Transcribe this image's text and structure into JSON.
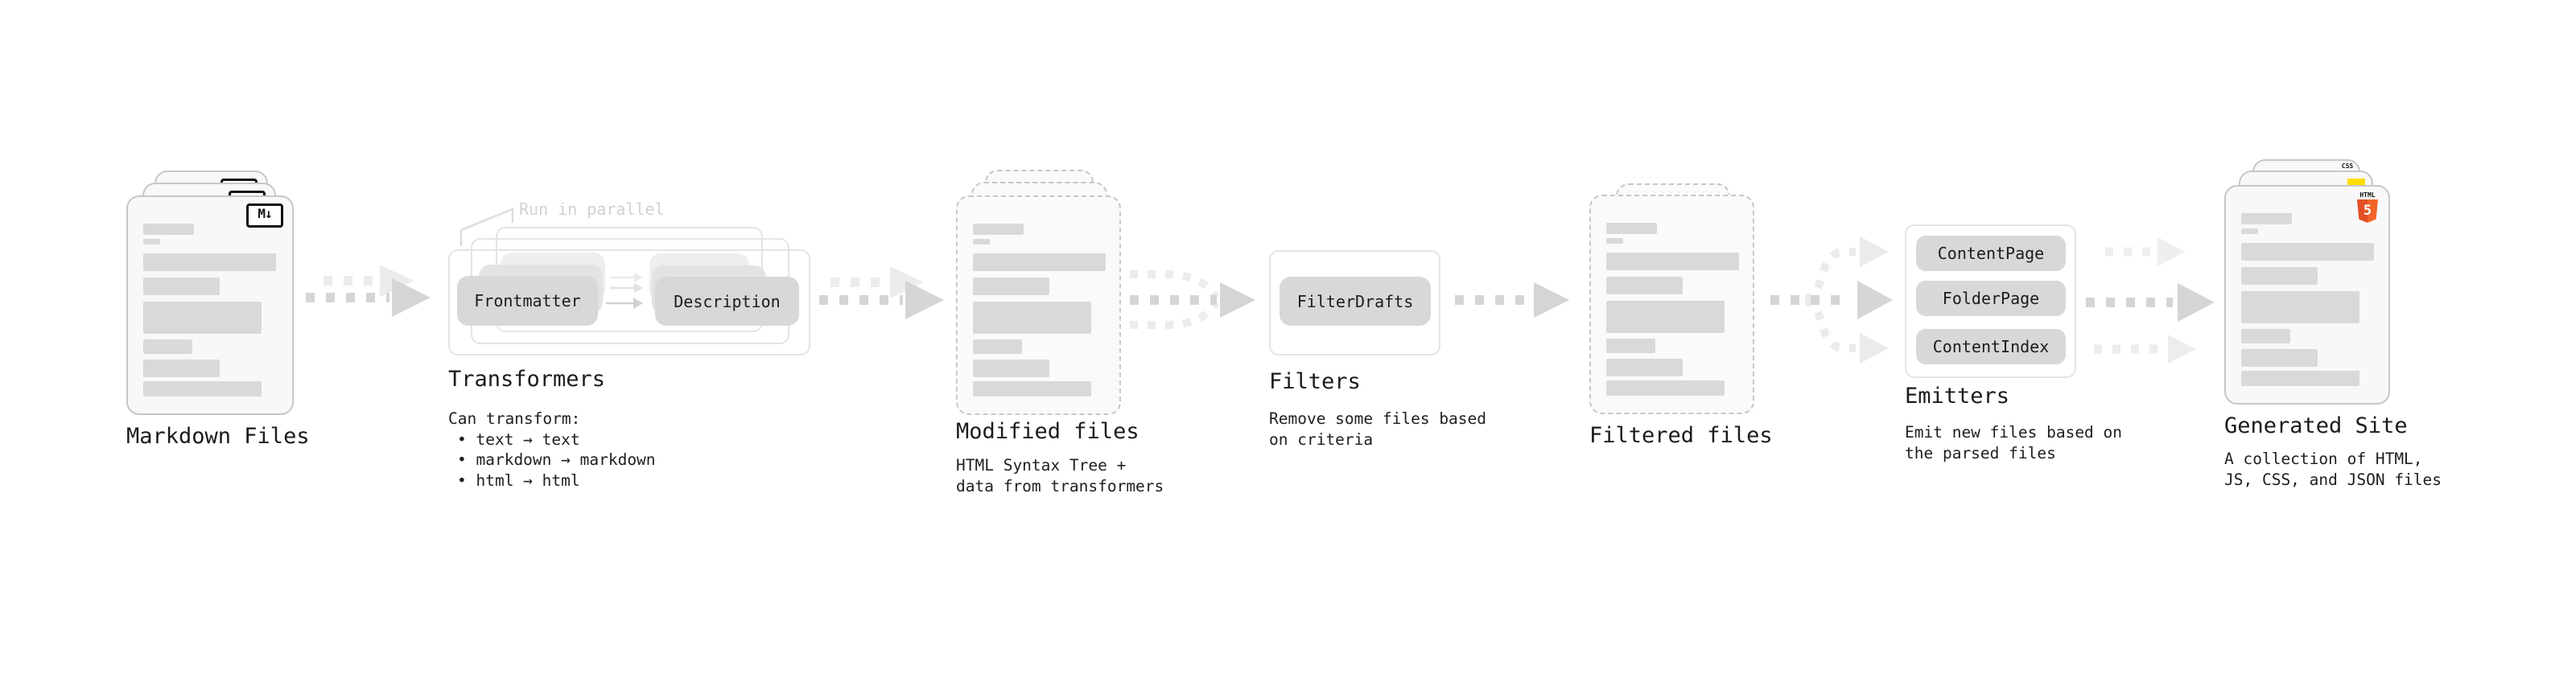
{
  "stages": {
    "markdown": {
      "title": "Markdown Files",
      "badge": "M↓"
    },
    "transformers": {
      "title": "Transformers",
      "annotation": "Run in parallel",
      "box_left": "Frontmatter",
      "box_right": "Description",
      "subtitle_heading": "Can transform:",
      "bullets": [
        "• text → text",
        "• markdown → markdown",
        "• html → html"
      ]
    },
    "modified": {
      "title": "Modified files",
      "subtitle_lines": [
        "HTML Syntax Tree +",
        "data from transformers"
      ]
    },
    "filters": {
      "title": "Filters",
      "box": "FilterDrafts",
      "subtitle_lines": [
        "Remove some files based",
        "on criteria"
      ]
    },
    "filtered": {
      "title": "Filtered files"
    },
    "emitters": {
      "title": "Emitters",
      "boxes": [
        "ContentPage",
        "FolderPage",
        "ContentIndex"
      ],
      "subtitle_lines": [
        "Emit new files based on",
        "the parsed files"
      ]
    },
    "generated": {
      "title": "Generated Site",
      "subtitle_lines": [
        "A collection of HTML,",
        "JS, CSS, and JSON files"
      ],
      "css_badge": "CSS",
      "html5_badge_label": "HTML",
      "html5_badge_number": "5"
    }
  },
  "colors": {
    "html5_orange": "#e34f26",
    "css_blue": "#2965f1",
    "js_yellow": "#ffdd00"
  }
}
